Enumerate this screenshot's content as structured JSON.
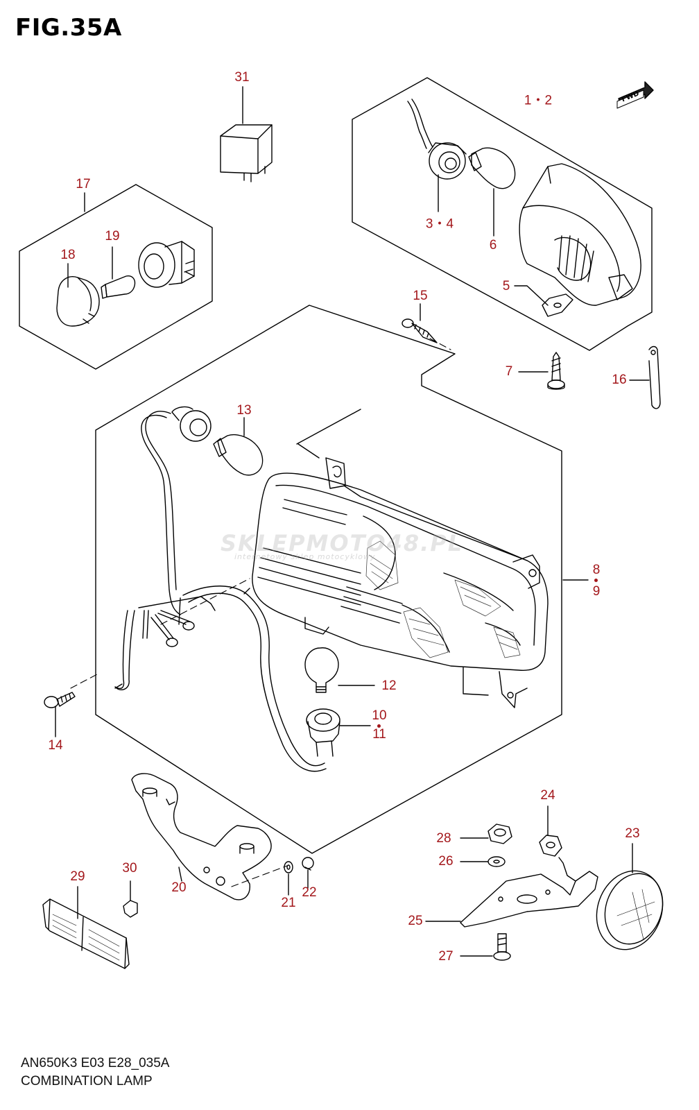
{
  "figure_title": "FIG.35A",
  "footer": {
    "code": "AN650K3 E03 E28_035A",
    "name": "COMBINATION LAMP"
  },
  "fwd_label": "FWD",
  "watermark": {
    "main": "SKLEPMOTO48.PL",
    "sub": "internetowy sklep motocyklowy"
  },
  "callout_color": "#a3171b",
  "callouts": [
    {
      "id": "31",
      "label": "31"
    },
    {
      "id": "1-2",
      "label": "1・2"
    },
    {
      "id": "17",
      "label": "17"
    },
    {
      "id": "19",
      "label": "19"
    },
    {
      "id": "18",
      "label": "18"
    },
    {
      "id": "3-4",
      "label": "3・4"
    },
    {
      "id": "6",
      "label": "6"
    },
    {
      "id": "5",
      "label": "5"
    },
    {
      "id": "15",
      "label": "15"
    },
    {
      "id": "7",
      "label": "7"
    },
    {
      "id": "16",
      "label": "16"
    },
    {
      "id": "13",
      "label": "13"
    },
    {
      "id": "8",
      "label": "8"
    },
    {
      "id": "9",
      "label": "9"
    },
    {
      "id": "12",
      "label": "12"
    },
    {
      "id": "10",
      "label": "10"
    },
    {
      "id": "11",
      "label": "11"
    },
    {
      "id": "14",
      "label": "14"
    },
    {
      "id": "24",
      "label": "24"
    },
    {
      "id": "28",
      "label": "28"
    },
    {
      "id": "23",
      "label": "23"
    },
    {
      "id": "26",
      "label": "26"
    },
    {
      "id": "29",
      "label": "29"
    },
    {
      "id": "30",
      "label": "30"
    },
    {
      "id": "20",
      "label": "20"
    },
    {
      "id": "21",
      "label": "21"
    },
    {
      "id": "22",
      "label": "22"
    },
    {
      "id": "25",
      "label": "25"
    },
    {
      "id": "27",
      "label": "27"
    }
  ]
}
